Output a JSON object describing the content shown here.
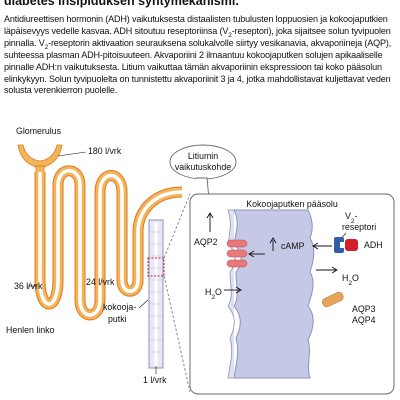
{
  "heading": "diabetes insipiduksen syntymekanismi.",
  "body_paragraph": {
    "part1": "Antidiureettisen hormonin (ADH) vaikutuksesta distaalisten tubulusten loppuosien ja kokoojaputkien läpäisevyys vedelle kasvaa. ADH sitoutuu reseptoriinsa (V",
    "sub1": "2",
    "part2": "-reseptori), joka sijaitsee solun tyvipuolen pinnalla. V",
    "sub2": "2",
    "part3": "-reseptorin aktivaation seurauksena solukalvolle siirtyy vesikanavia, akvaporiineja (AQP), suhteessa plasman ADH-pitoisuuteen. Akvaporiini 2 ilmaantuu kokoojaputken solujen apikaaliselle pinnalle ADH:n vaikutuksesta. Litium vaikuttaa tämän akvaporiinin ekspressioon tai koko pääsolun elinkykyyn. Solun tyvipuolelta on tunnistettu akvaporiinit 3 ja 4, jotka mahdollistavat kuljettavat veden solusta verenkierron puolelle."
  },
  "diagram": {
    "glomerulus_label": "Glomerulus",
    "flow_180": "180 l/vrk",
    "flow_36": "36 l/vrk",
    "flow_24": "24 l/vrk",
    "flow_1": "1 l/vrk",
    "henle_label": "Henlen linko",
    "collecting_duct_label_line1": "kokooja-",
    "collecting_duct_label_line2": "putki",
    "lithium_line1": "Litiumin",
    "lithium_line2": "vaikutuskohde",
    "cell_title": "Kokoojaputken pääsolu",
    "v2_prefix": "V",
    "v2_sub": "2",
    "v2_suffix": "-",
    "v2_line2": "reseptori",
    "adh_label": "ADH",
    "aqp2_label": "AQP2",
    "camp_label": "cAMP",
    "water_left_H": "H",
    "water_left_sub": "2",
    "water_left_O": "O",
    "water_right_H": "H",
    "water_right_sub": "2",
    "water_right_O": "O",
    "aqp3_label": "AQP3",
    "aqp4_label": "AQP4"
  },
  "colors": {
    "tubule_outer": "#f3b45a",
    "tubule_inner": "#ffffff",
    "tubule_line": "#e0781e",
    "cell_fill": "#c6c9e6",
    "cell_outline": "#8d90bf",
    "aqp2": "#e8787c",
    "receptor_blue": "#2f5fa9",
    "adh_red": "#d11f2a",
    "aqp34_orange": "#e6a35a",
    "panel_border": "#6b6b6b"
  }
}
